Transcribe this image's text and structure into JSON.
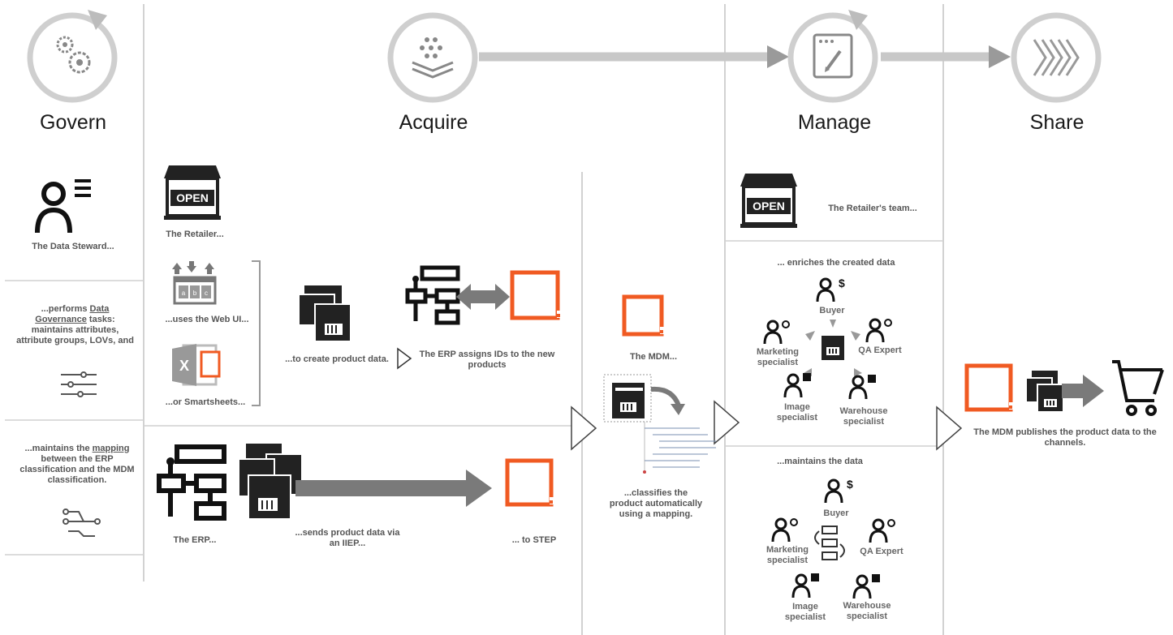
{
  "stages": {
    "govern": "Govern",
    "acquire": "Acquire",
    "manage": "Manage",
    "share": "Share"
  },
  "govern": {
    "steward": "The Data Steward...",
    "performs_pre": "...performs ",
    "performs_link": "Data Governance",
    "performs_post": " tasks: maintains attributes, attribute groups, LOVs, and",
    "maintains_pre": "...maintains the ",
    "maintains_link": "mapping",
    "maintains_post": " between the ERP classification and the MDM classification."
  },
  "acquire": {
    "retailer": "The Retailer...",
    "open_sign": "OPEN",
    "uses_web_ui": "...uses the Web UI...",
    "smartsheets": "...or Smartsheets...",
    "create_product": "...to create product data.",
    "erp_assigns": "The ERP assigns IDs to the new products",
    "erp": "The ERP...",
    "sends_data": "...sends product data via an IIEP...",
    "to_step": "... to STEP",
    "excel_letter": "X",
    "web_ui_cols": [
      "a",
      "b",
      "c"
    ]
  },
  "mdm": {
    "the_mdm": "The MDM...",
    "classifies": "...classifies the product automatically using a mapping."
  },
  "manage": {
    "open_sign": "OPEN",
    "retailer_team": "The Retailer's team...",
    "enriches": "... enriches the created data",
    "maintains": "...maintains the data",
    "roles": {
      "buyer": "Buyer",
      "marketing": "Marketing specialist",
      "qa": "QA Expert",
      "image": "Image specialist",
      "warehouse": "Warehouse specialist"
    }
  },
  "share": {
    "publishes": "The MDM publishes the product data to the channels."
  },
  "colors": {
    "accent": "#f05a22",
    "gray": "#7a7a7a",
    "light_gray": "#c8c8c8",
    "dark": "#111111"
  }
}
